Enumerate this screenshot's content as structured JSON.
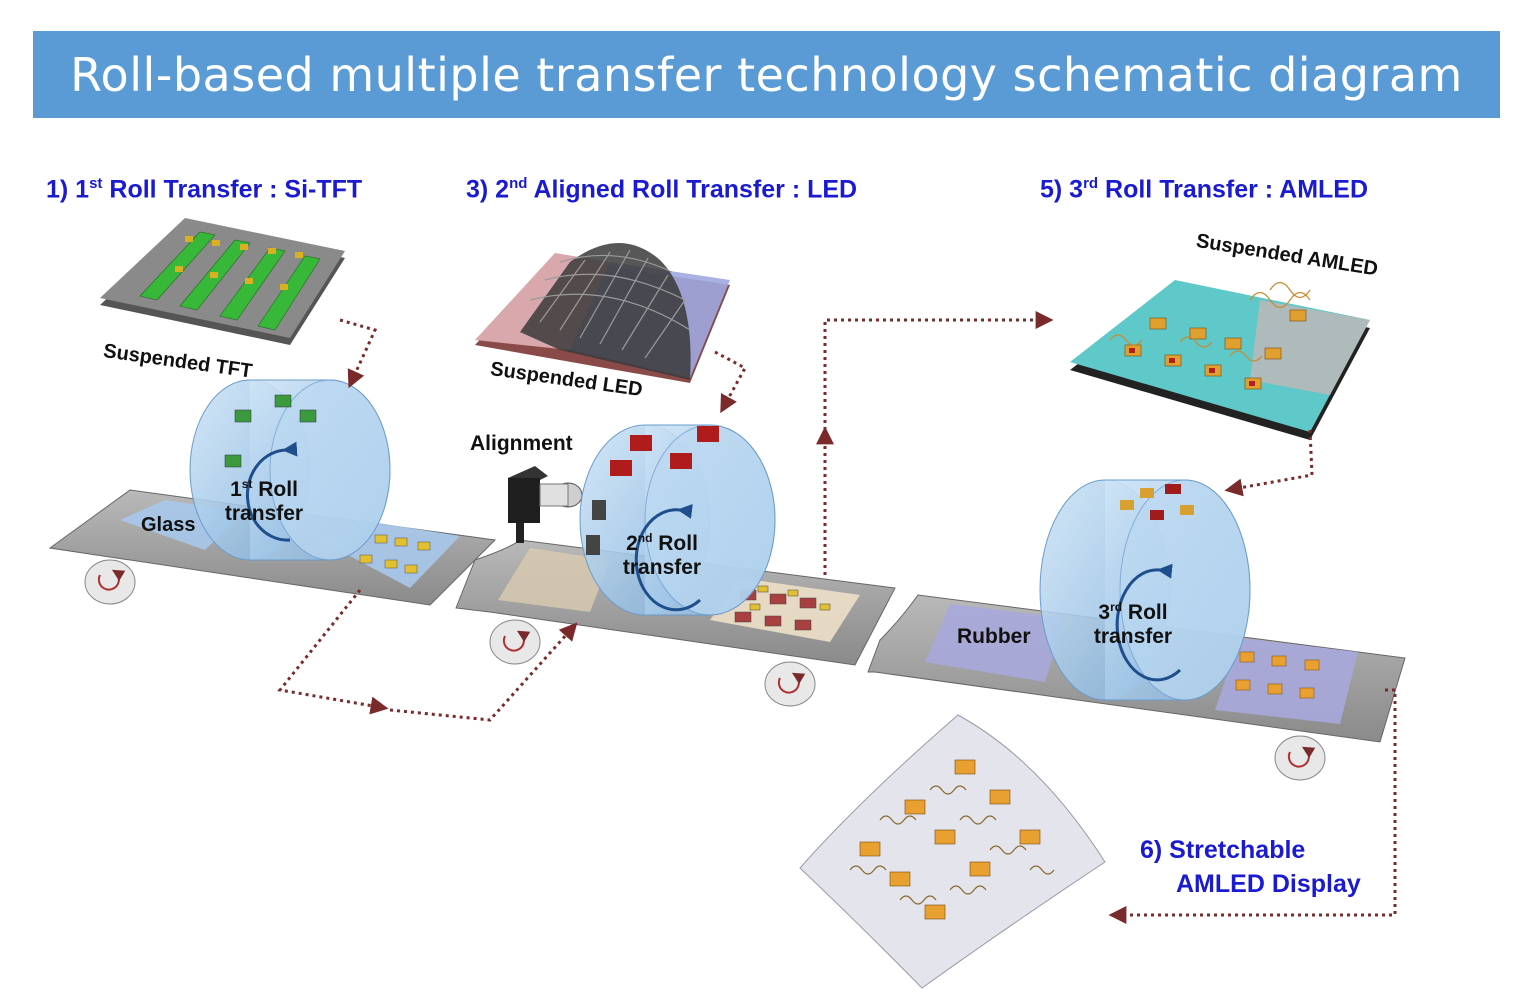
{
  "title": "Roll-based multiple transfer technology schematic diagram",
  "steps": {
    "s1": {
      "num": "1) 1",
      "sup": "st",
      "rest": " Roll Transfer : Si-TFT"
    },
    "s3": {
      "num": "3) 2",
      "sup": "nd",
      "rest": " Aligned Roll Transfer : LED"
    },
    "s5": {
      "num": "5) 3",
      "sup": "rd",
      "rest": " Roll Transfer : AMLED"
    },
    "s6": {
      "line1": "6) Stretchable",
      "line2": "AMLED Display"
    }
  },
  "labels": {
    "suspended_tft": "Suspended TFT",
    "suspended_led": "Suspended LED",
    "suspended_amled": "Suspended AMLED",
    "alignment": "Alignment",
    "glass": "Glass",
    "rubber": "Rubber",
    "roll1": {
      "num": "1",
      "sup": "st",
      "rest": " Roll",
      "line2": "transfer"
    },
    "roll2": {
      "num": "2",
      "sup": "nd",
      "rest": " Roll",
      "line2": "transfer"
    },
    "roll3": {
      "num": "3",
      "sup": "rd",
      "rest": " Roll",
      "line2": "transfer"
    }
  },
  "colors": {
    "banner": "#5b9bd5",
    "step_text": "#1a1ad0",
    "arrow": "#7a2a2a",
    "roll": "#9fc6e8"
  }
}
